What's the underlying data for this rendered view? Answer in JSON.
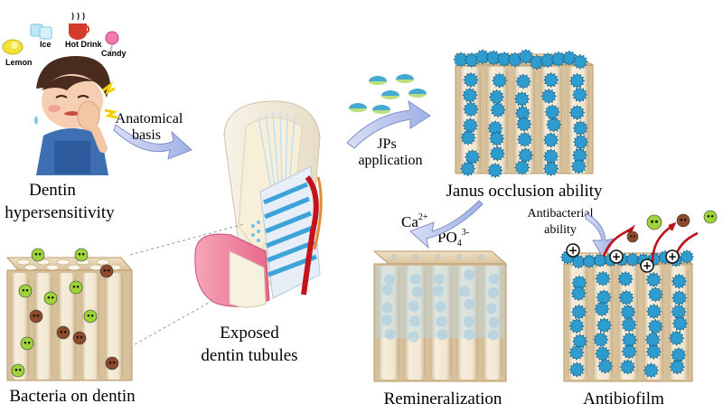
{
  "stimuli": {
    "lemon": "Lemon",
    "ice": "Ice",
    "hot_drink": "Hot Drink",
    "candy": "Candy"
  },
  "labels": {
    "dentin_hypersensitivity_line1": "Dentin",
    "dentin_hypersensitivity_line2": "hypersensitivity",
    "anatomical_basis_line1": "Anatomical",
    "anatomical_basis_line2": "basis",
    "exposed_line1": "Exposed",
    "exposed_line2": "dentin tubules",
    "bacteria": "Bacteria on dentin",
    "jps_line1": "JPs",
    "jps_line2": "application",
    "janus": "Janus occlusion ability",
    "ca": "Ca",
    "ca_charge": "2+",
    "po": "PO",
    "po_sub": "4",
    "po_charge": "3-",
    "antibacterial_line1": "Antibacterial",
    "antibacterial_line2": "ability",
    "remineralization": "Remineralization",
    "antibiofilm": "Antibiofilm"
  },
  "colors": {
    "arrow": "#b7c3ea",
    "arrow_stroke": "#7f8fcc",
    "block_top": "#e6d3b3",
    "block_side": "#d9c19b",
    "tubule_bg": "#f3ead8",
    "tubule_wall": "#e9c28f",
    "particle": "#2f9ccf",
    "bacteria_green": "#9fd33a",
    "bacteria_brown": "#8b4a2b",
    "red_arrow": "#c0141c"
  }
}
